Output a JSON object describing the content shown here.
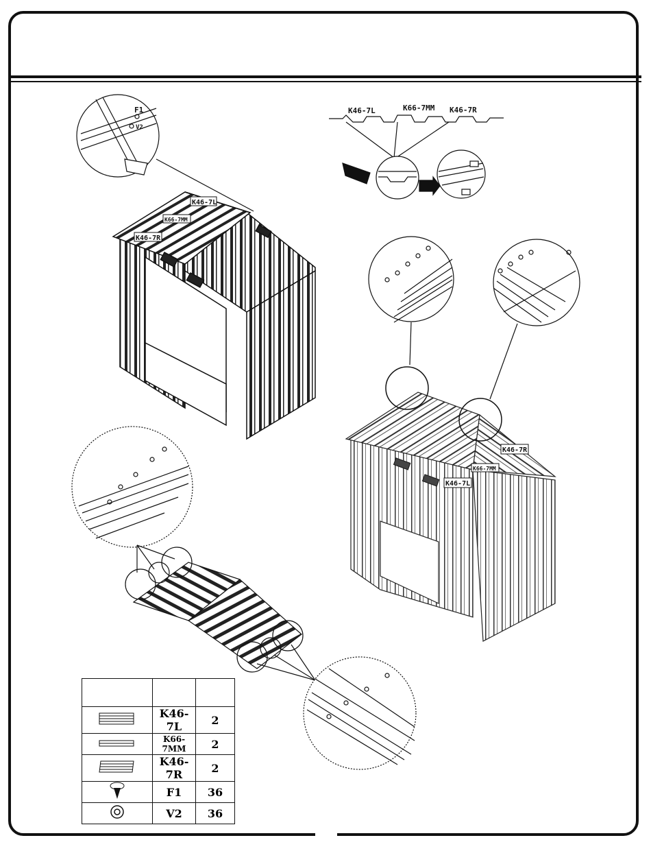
{
  "parts": [
    {
      "code": "K46-7L",
      "qty": "2",
      "icon": "roof-panel-icon"
    },
    {
      "code": "K66-7MM",
      "qty": "2",
      "icon": "ridge-panel-icon"
    },
    {
      "code": "K46-7R",
      "qty": "2",
      "icon": "roof-panel-icon"
    },
    {
      "code": "F1",
      "qty": "36",
      "icon": "screw-icon"
    },
    {
      "code": "V2",
      "qty": "36",
      "icon": "washer-icon"
    }
  ],
  "labels": {
    "k46_7l": "K46-7L",
    "k66_7mm": "K66-7MM",
    "k46_7r": "K46-7R",
    "k46_7l_alt": "K46-7L",
    "f1": "F1",
    "v2": "V2"
  },
  "colors": {
    "ink": "#111111",
    "paper": "#ffffff"
  }
}
